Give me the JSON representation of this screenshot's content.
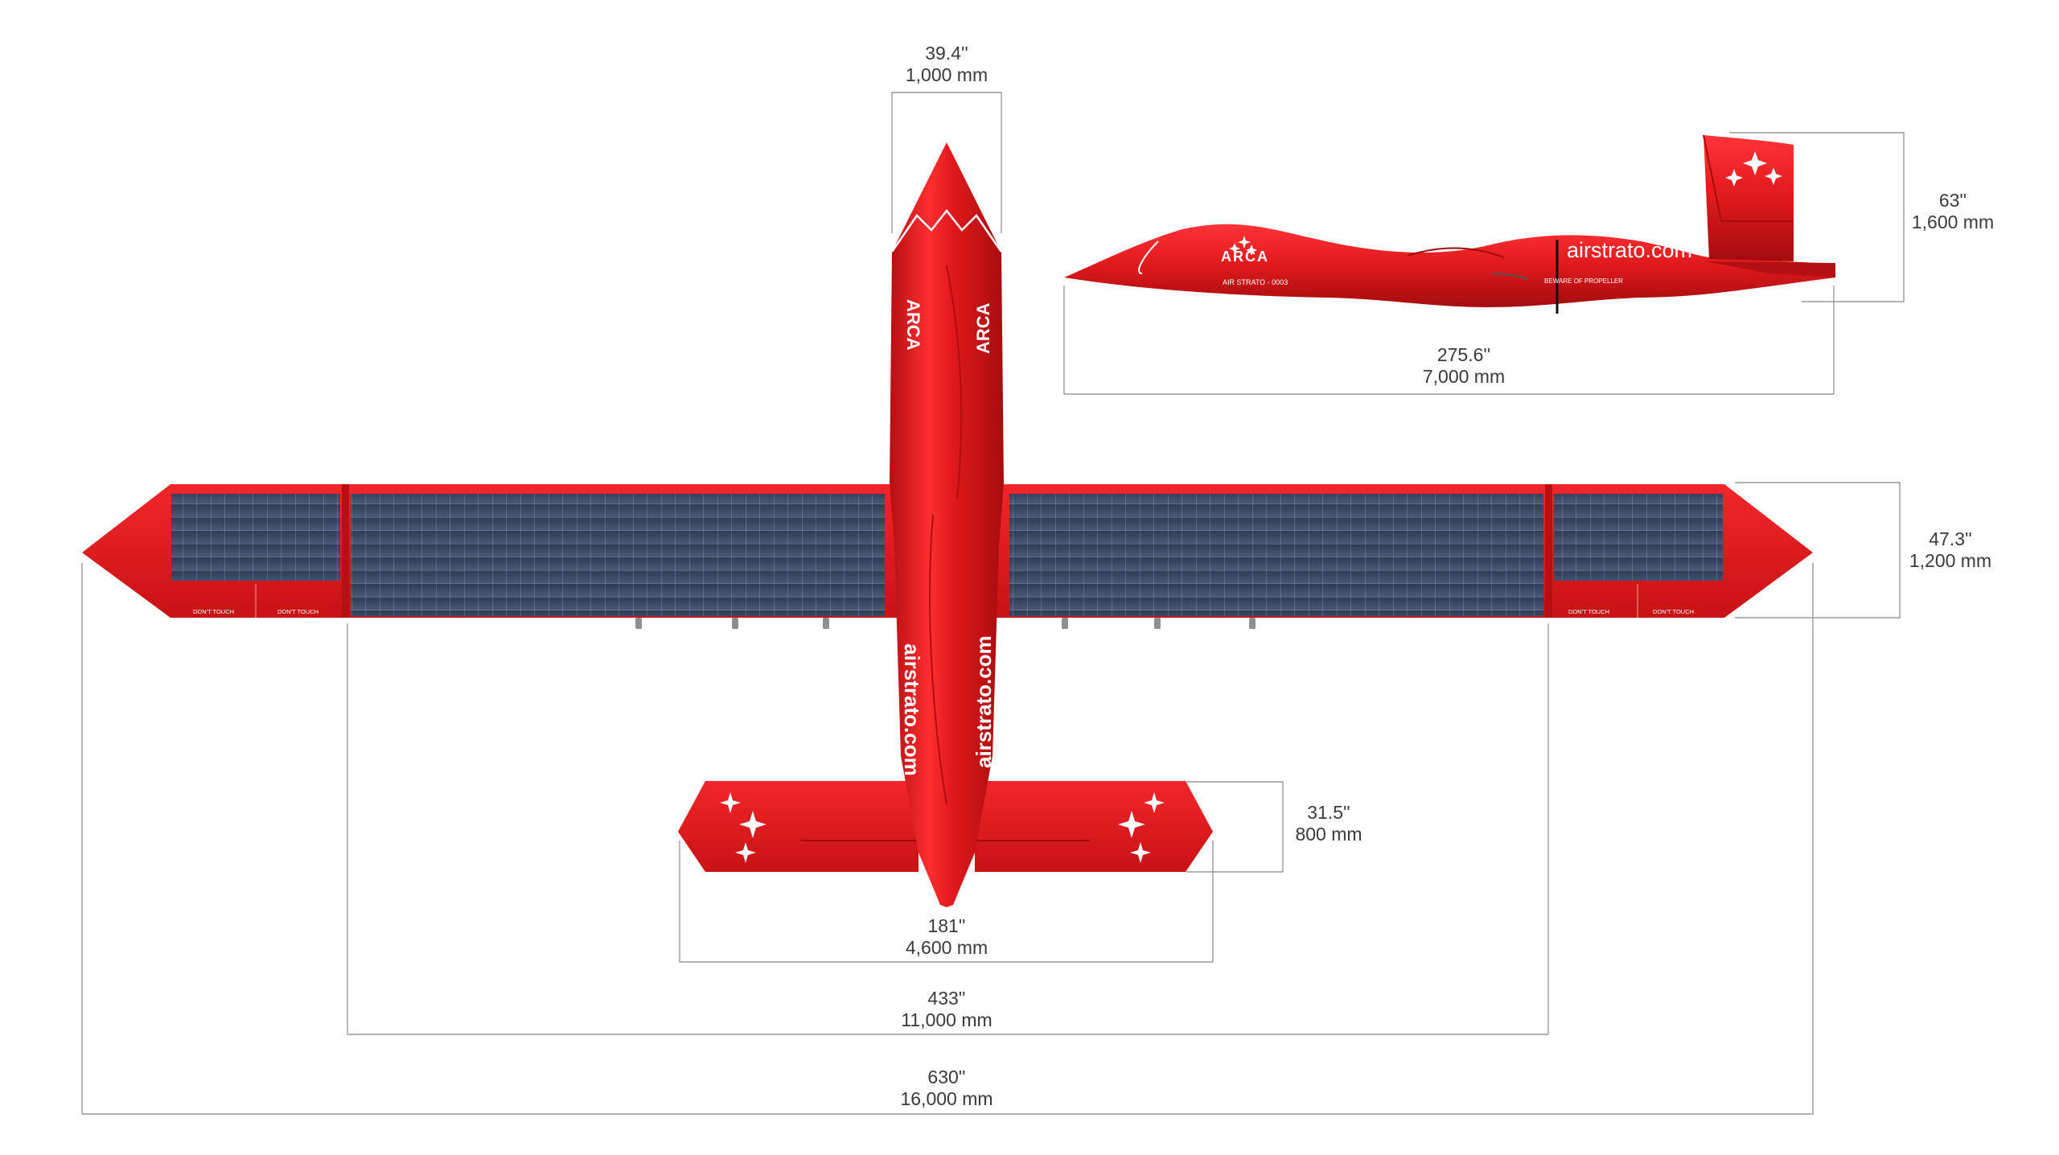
{
  "brand": {
    "logo": "ARCA",
    "website": "airstrato.com",
    "side_serial": "AIR STRATO - 0003",
    "side_warning": "BEWARE OF PROPELLER",
    "panel_warning": "DON'T TOUCH"
  },
  "dimensions": {
    "fuselage_width": {
      "imperial": "39.4''",
      "metric": "1,000 mm"
    },
    "side_length": {
      "imperial": "275.6''",
      "metric": "7,000 mm"
    },
    "side_height": {
      "imperial": "63''",
      "metric": "1,600 mm"
    },
    "wing_chord": {
      "imperial": "47.3''",
      "metric": "1,200 mm"
    },
    "tail_chord": {
      "imperial": "31.5''",
      "metric": "800 mm"
    },
    "tail_span": {
      "imperial": "181''",
      "metric": "4,600 mm"
    },
    "panel_span": {
      "imperial": "433''",
      "metric": "11,000 mm"
    },
    "total_span": {
      "imperial": "630''",
      "metric": "16,000 mm"
    }
  },
  "colors": {
    "body_red": "#e0191c",
    "body_dark": "#a80c0e",
    "panel_blue": "#3b4a66",
    "dimension_line": "#9a9a9a",
    "dimension_text": "#3a3a3a"
  }
}
